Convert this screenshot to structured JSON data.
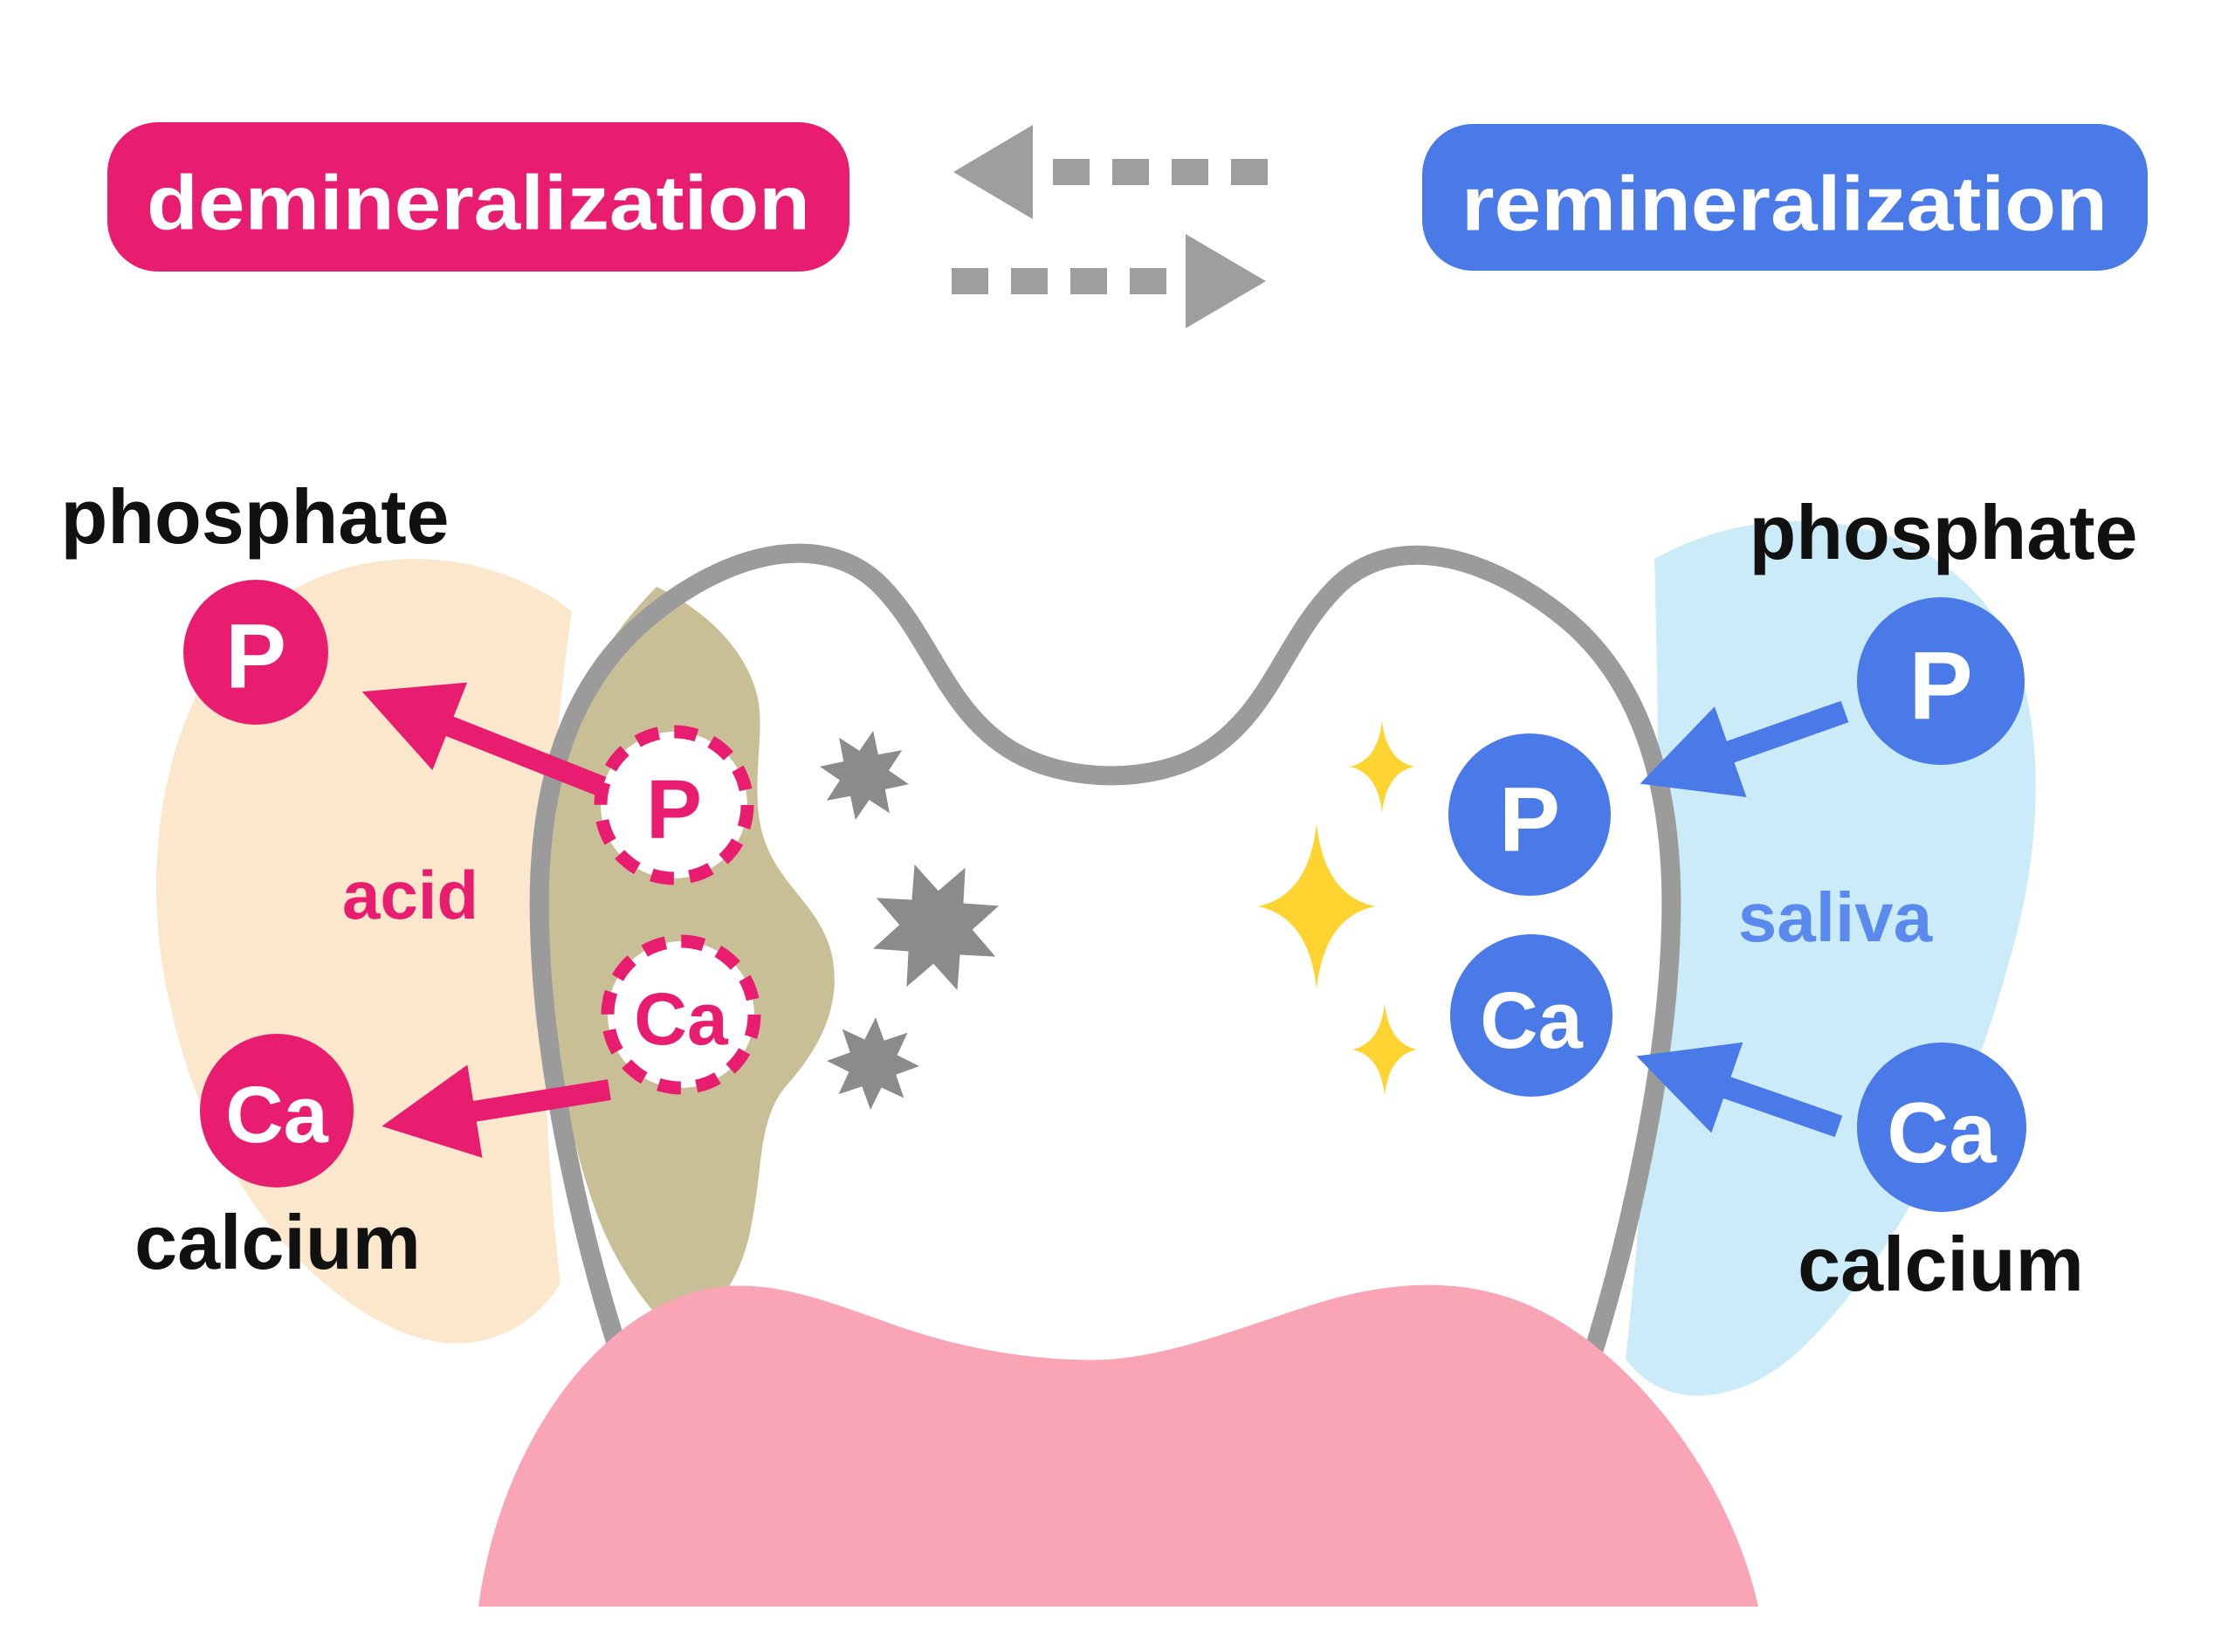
{
  "title_left": "demineralization",
  "title_right": "remineralization",
  "left": {
    "phosphate": "phosphate",
    "p": "P",
    "p_lost": "P",
    "acid": "acid",
    "ca_lost": "Ca",
    "ca": "Ca",
    "calcium": "calcium"
  },
  "right": {
    "phosphate": "phosphate",
    "p": "P",
    "p_gain": "P",
    "saliva": "saliva",
    "ca_gain": "Ca",
    "ca": "Ca",
    "calcium": "calcium"
  },
  "colors": {
    "magenta": "#E91D70",
    "blue": "#4A7AE7",
    "saliva_text": "#5A8AEE",
    "acid_blob": "#FBE7CB",
    "saliva_blob": "#CBEBF8",
    "decay": "#C8BF97",
    "tooth_outline": "#9B9B9B",
    "exchange_arrow": "#9E9E9E",
    "bacteria": "#8B8B8B",
    "gum": "#F9A5B5",
    "sparkle": "#FFD430",
    "label_text": "#111111"
  }
}
